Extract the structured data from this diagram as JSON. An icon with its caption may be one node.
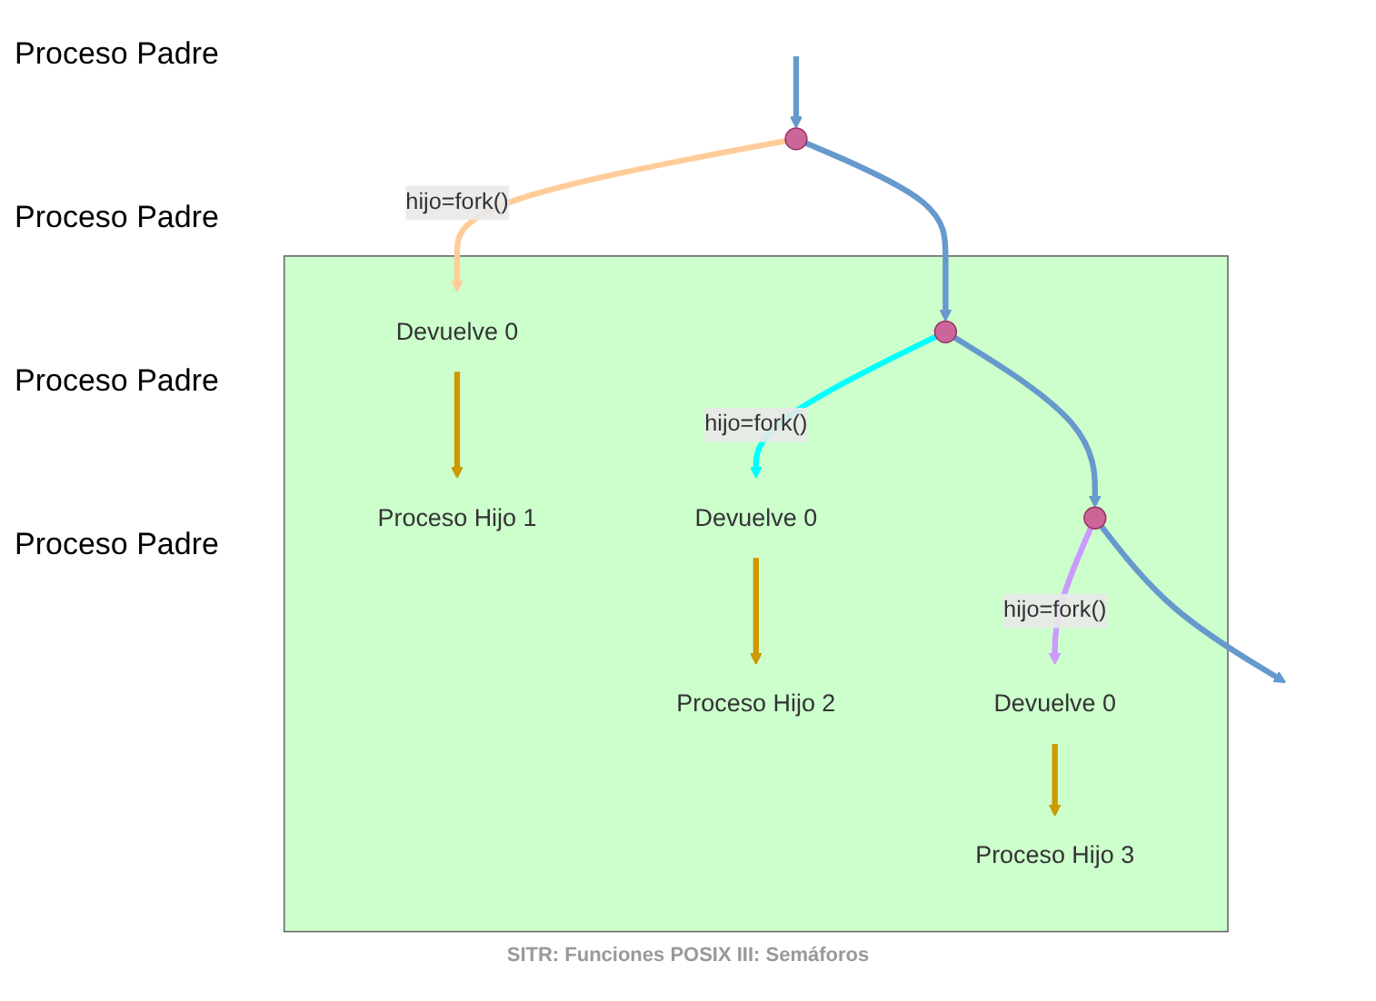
{
  "diagram": {
    "nodes": [
      {
        "text": [],
        "shape": "box"
      },
      {
        "text": [],
        "shape": "circle"
      },
      {
        "text": [
          "Devuelve 0"
        ],
        "in": 0
      },
      {
        "text": [
          "Proceso Hijo 1"
        ],
        "in": 0
      },
      {
        "text": [],
        "shape": "circle",
        "in": 0
      },
      {
        "text": [
          "Devuelve 0"
        ],
        "in": 0
      },
      {
        "text": [
          "Proceso Hijo 2"
        ],
        "in": 0
      },
      {
        "text": [],
        "shape": "circle",
        "in": 0
      },
      {
        "text": [
          "Devuelve 0"
        ],
        "in": 0
      },
      {
        "text": [
          "Proceso Hijo 3"
        ],
        "in": 0
      }
    ],
    "edges": [
      {
        "from": null,
        "to": 1,
        "arrow": "to"
      },
      {
        "from": 1,
        "to": 4,
        "arrow": "to"
      },
      {
        "from": 4,
        "to": 7,
        "arrow": "to"
      },
      {
        "from": 7,
        "to": null,
        "arrow": "to"
      },
      {
        "from": 1,
        "to": 2,
        "arrow": "to",
        "label": "hijo=fork()",
        "color": "#ffcc99"
      },
      {
        "from": 2,
        "to": 3,
        "arrow": "to",
        "color": "#cc9900"
      },
      {
        "from": 4,
        "to": 5,
        "arrow": "to",
        "label": "hijo=fork()",
        "color": "#00ffff"
      },
      {
        "from": 5,
        "to": 6,
        "arrow": "to",
        "color": "#cc9900"
      },
      {
        "from": 7,
        "to": 8,
        "arrow": "to",
        "label": "hijo=fork()",
        "color": "#cc99ff"
      },
      {
        "from": 8,
        "to": 9,
        "arrow": "to",
        "color": "#cc9900"
      }
    ],
    "labels": [
      "Proceso Padre",
      "Proceso Padre",
      "Proceso Padre",
      "Proceso Padre",
      "SITR: Funciones POSIX III: Semáforos"
    ]
  }
}
